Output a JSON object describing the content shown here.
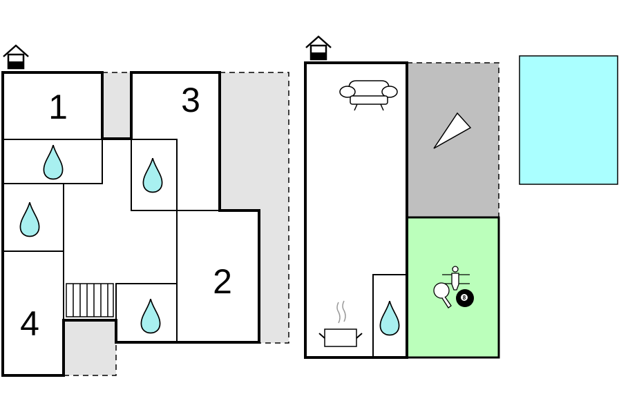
{
  "rooms": {
    "room1": "1",
    "room2": "2",
    "room3": "3",
    "room4": "4"
  },
  "colors": {
    "outdoor_dashed": "#e4e4e4",
    "garage": "#bfbfbf",
    "activity_room": "#bbffbb",
    "pool": "#aaffff",
    "bathroom_drop": "#a8f0f0",
    "wall": "#000000"
  },
  "icons": [
    "entrance-house-icon",
    "water-drop-icon",
    "staircase-icon",
    "sofa-icon",
    "cooking-pot-icon",
    "tent-icon",
    "table-tennis-icon",
    "billiard-ball-icon",
    "foosball-icon",
    "swimming-pool"
  ]
}
